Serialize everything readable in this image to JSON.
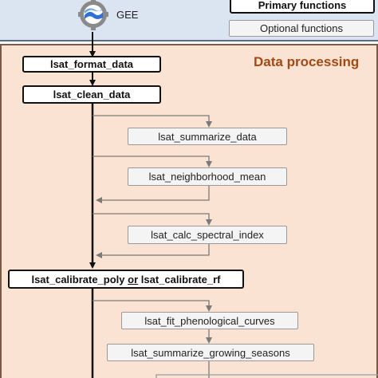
{
  "legend": {
    "primary_label": "Primary functions",
    "optional_label": "Optional functions"
  },
  "source": {
    "name": "GEE"
  },
  "section": {
    "title": "Data processing"
  },
  "steps": {
    "format_data": "lsat_format_data",
    "clean_data": "lsat_clean_data",
    "summarize_data": "lsat_summarize_data",
    "neighborhood_mean": "lsat_neighborhood_mean",
    "calc_spectral_index": "lsat_calc_spectral_index",
    "calibrate_poly": "lsat_calibrate_poly",
    "calibrate_or": "or",
    "calibrate_rf": "lsat_calibrate_rf",
    "fit_phenological_curves": "lsat_fit_phenological_curves",
    "summarize_growing_seasons": "lsat_summarize_growing_seasons"
  },
  "colors": {
    "top_panel": "#dbe4f1",
    "main_panel": "#fbe3d3",
    "section_title": "#a14a14",
    "gee_blue": "#2f6fd6"
  }
}
